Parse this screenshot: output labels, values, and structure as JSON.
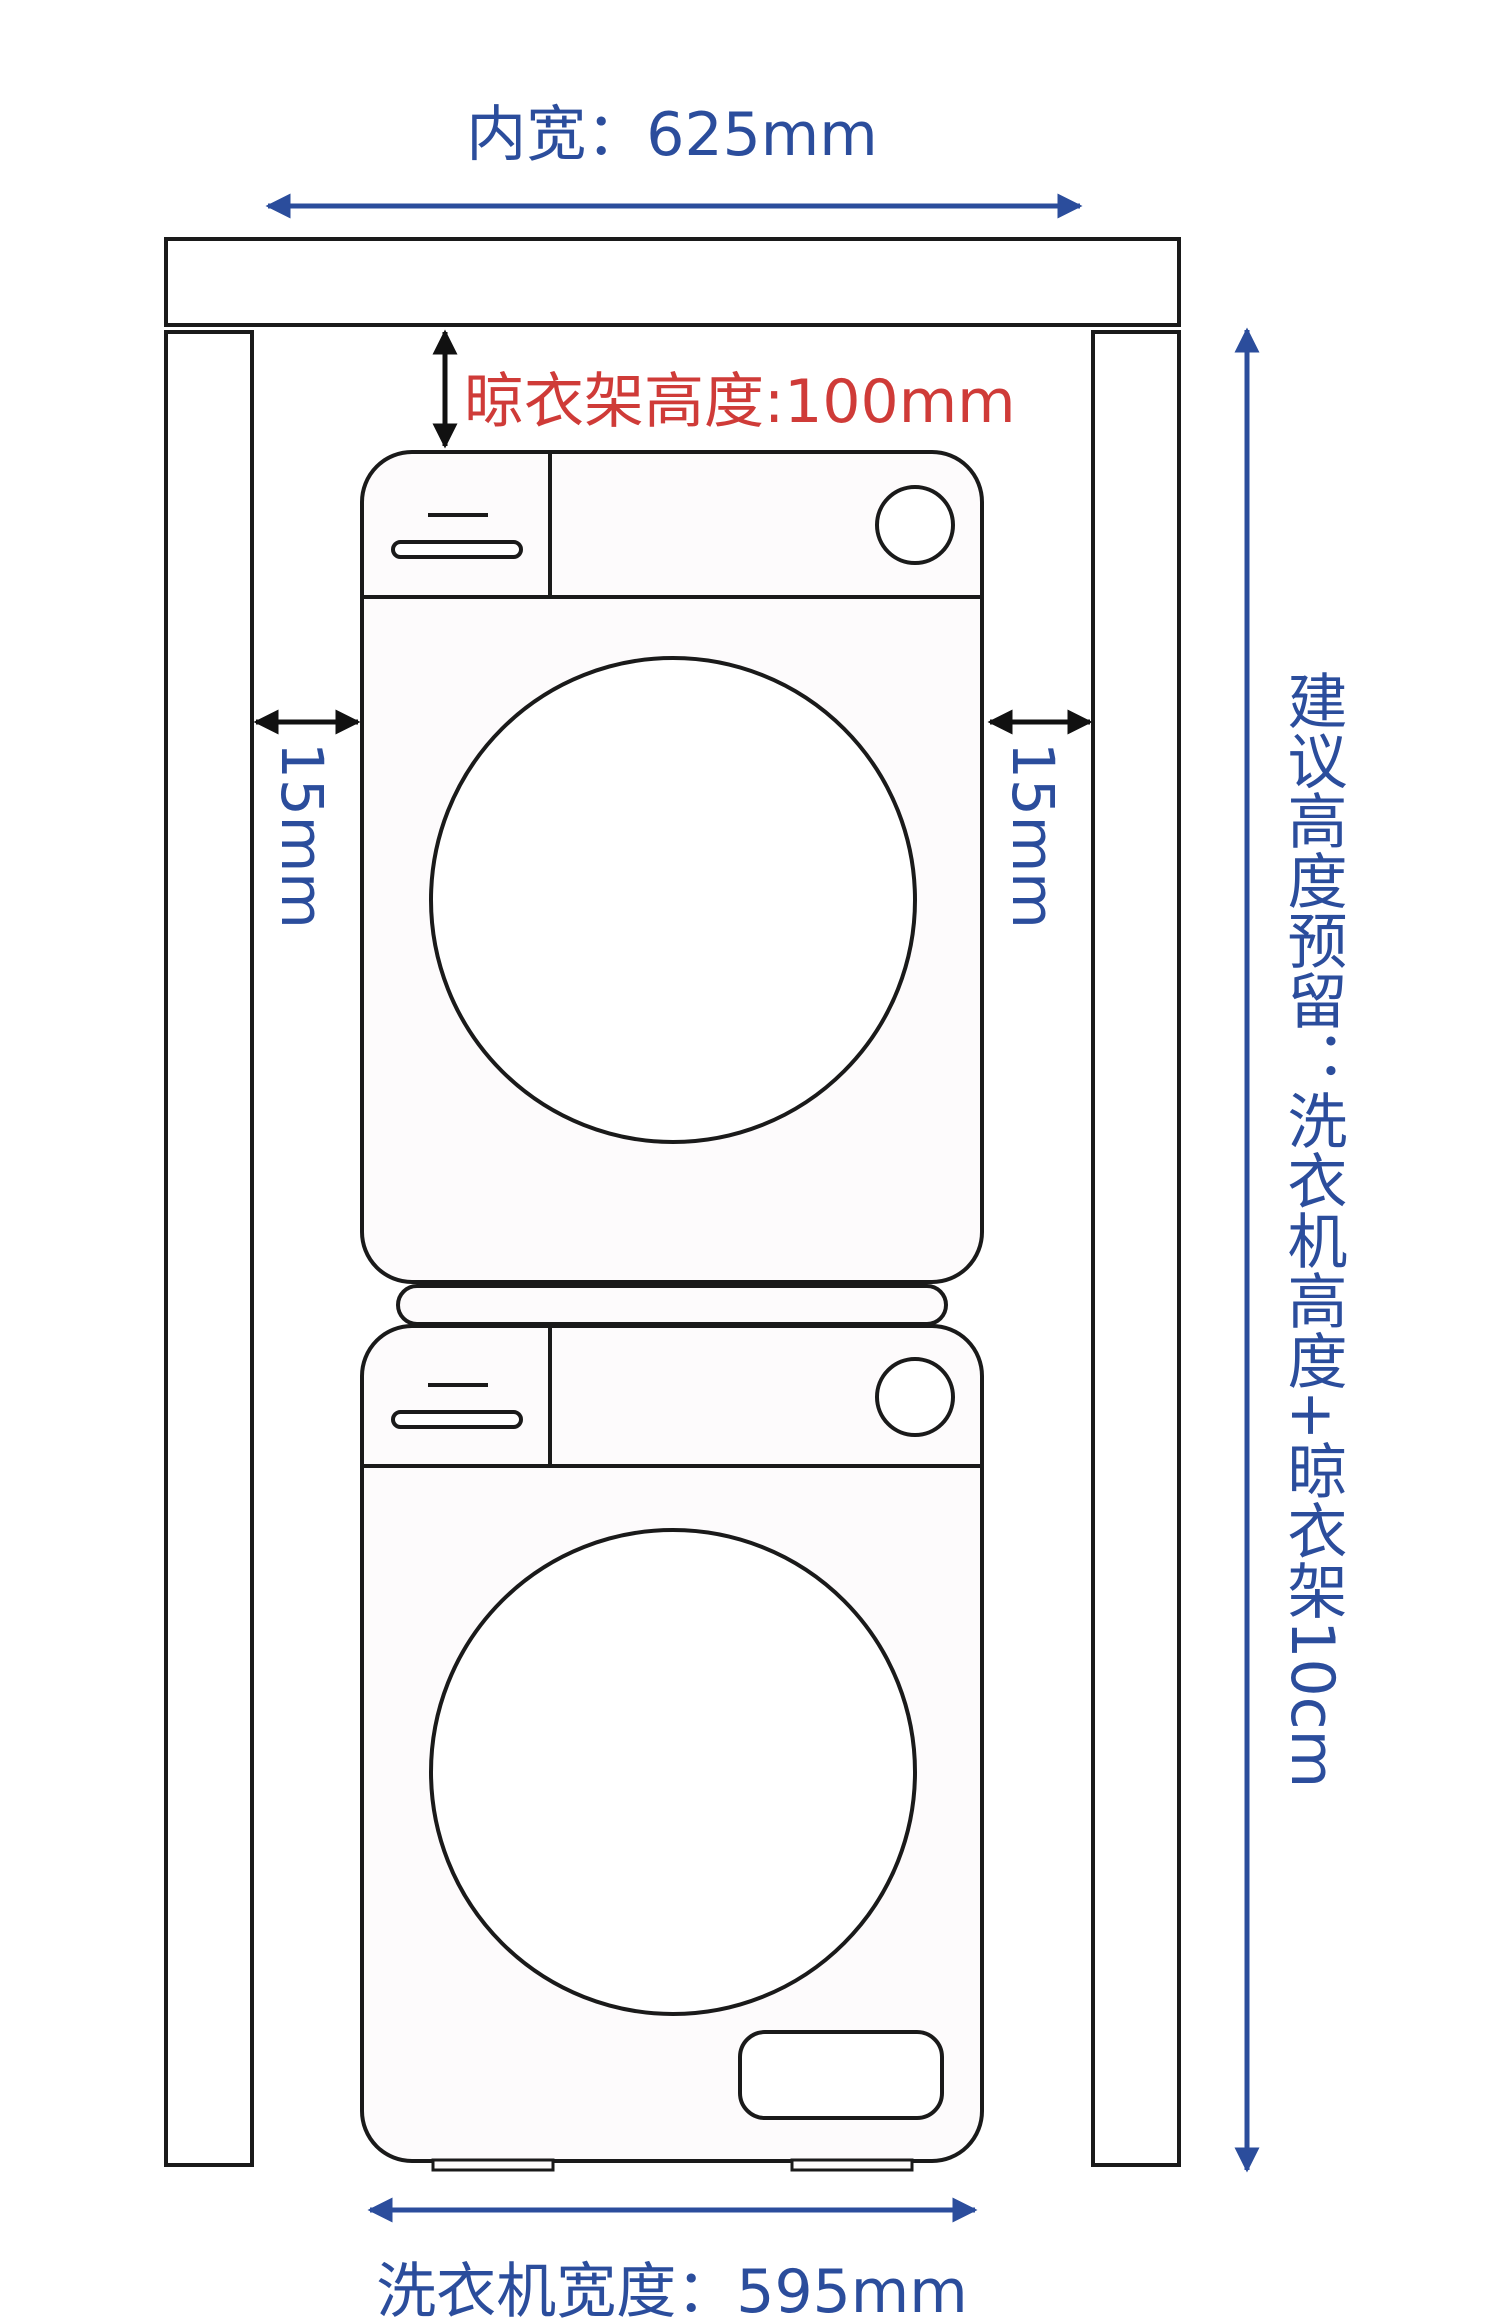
{
  "labels": {
    "inner_width": "内宽：625mm",
    "rack_height": "晾衣架高度:100mm",
    "gap_left": "15mm",
    "gap_right": "15mm",
    "suggested_height": "建议高度预留：洗衣机高度+晾衣架10cm",
    "washer_width": "洗衣机宽度：595mm"
  },
  "colors": {
    "dimension_blue": "#2b4d9c",
    "rack_red": "#cf3b38",
    "outline": "#1a1a1a",
    "machine_fill": "#fdfbfc"
  },
  "icons": {
    "dimension_arrow": "double-headed-arrow"
  }
}
